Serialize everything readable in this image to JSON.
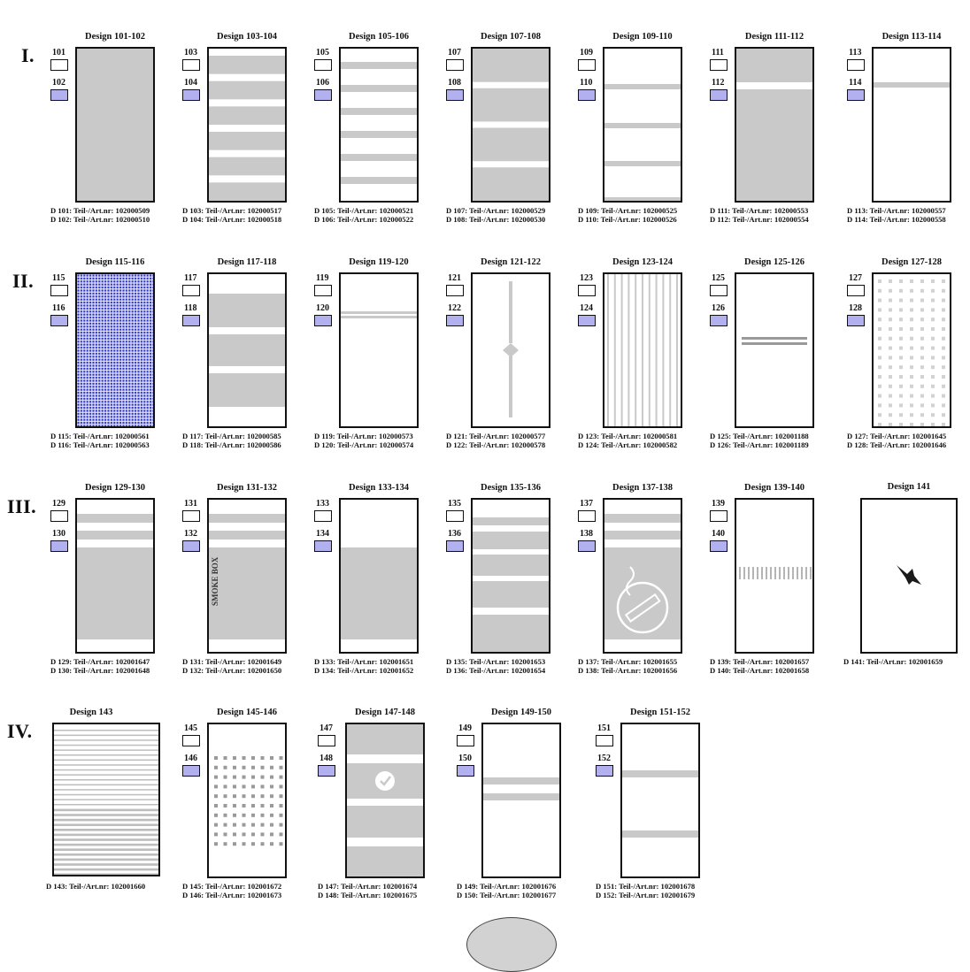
{
  "colors": {
    "frosted": "#c9c9c9",
    "swatch_blue": "#b2b0ef",
    "dot_blue": "#3038c8",
    "frame": "#111111"
  },
  "rows": [
    {
      "label": "I."
    },
    {
      "label": "II."
    },
    {
      "label": "III."
    },
    {
      "label": "IV."
    }
  ],
  "designs": [
    {
      "title": "Design 101-102",
      "codes": [
        "101",
        "102"
      ],
      "art": [
        "D 101: Teil-/Art.nr: 102000509",
        "D 102: Teil-/Art.nr: 102000510"
      ],
      "pattern": "full"
    },
    {
      "title": "Design 103-104",
      "codes": [
        "103",
        "104"
      ],
      "art": [
        "D 103: Teil-/Art.nr: 102000517",
        "D 104: Teil-/Art.nr: 102000518"
      ],
      "pattern": "stripes-6"
    },
    {
      "title": "Design 105-106",
      "codes": [
        "105",
        "106"
      ],
      "art": [
        "D 105: Teil-/Art.nr: 102000521",
        "D 106: Teil-/Art.nr: 102000522"
      ],
      "pattern": "thin-6"
    },
    {
      "title": "Design 107-108",
      "codes": [
        "107",
        "108"
      ],
      "art": [
        "D 107: Teil-/Art.nr: 102000529",
        "D 108: Teil-/Art.nr: 102000530"
      ],
      "pattern": "blocks-4"
    },
    {
      "title": "Design 109-110",
      "codes": [
        "109",
        "110"
      ],
      "art": [
        "D 109: Teil-/Art.nr: 102000525",
        "D 110: Teil-/Art.nr: 102000526"
      ],
      "pattern": "thin-4"
    },
    {
      "title": "Design 111-112",
      "codes": [
        "111",
        "112"
      ],
      "art": [
        "D 111: Teil-/Art.nr: 102000553",
        "D 112: Teil-/Art.nr: 102000554"
      ],
      "pattern": "top-gap"
    },
    {
      "title": "Design 113-114",
      "codes": [
        "113",
        "114"
      ],
      "art": [
        "D 113: Teil-/Art.nr: 102000557",
        "D 114: Teil-/Art.nr: 102000558"
      ],
      "pattern": "single-line"
    },
    {
      "title": "Design 115-116",
      "codes": [
        "115",
        "116"
      ],
      "art": [
        "D 115: Teil-/Art.nr: 102000561",
        "D 116: Teil-/Art.nr: 102000563"
      ],
      "pattern": "blue-dots"
    },
    {
      "title": "Design 117-118",
      "codes": [
        "117",
        "118"
      ],
      "art": [
        "D 117: Teil-/Art.nr: 102000585",
        "D 118: Teil-/Art.nr: 102000586"
      ],
      "pattern": "blocks-3"
    },
    {
      "title": "Design 119-120",
      "codes": [
        "119",
        "120"
      ],
      "art": [
        "D 119: Teil-/Art.nr: 102000573",
        "D 120: Teil-/Art.nr: 102000574"
      ],
      "pattern": "double-top"
    },
    {
      "title": "Design 121-122",
      "codes": [
        "121",
        "122"
      ],
      "art": [
        "D 121: Teil-/Art.nr: 102000577",
        "D 122: Teil-/Art.nr: 102000578"
      ],
      "pattern": "vertical-diamond"
    },
    {
      "title": "Design 123-124",
      "codes": [
        "123",
        "124"
      ],
      "art": [
        "D 123: Teil-/Art.nr: 102000581",
        "D 124: Teil-/Art.nr: 102000582"
      ],
      "pattern": "vertical-lines"
    },
    {
      "title": "Design 125-126",
      "codes": [
        "125",
        "126"
      ],
      "art": [
        "D 125: Teil-/Art.nr: 102001188",
        "D 126: Teil-/Art.nr: 102001189"
      ],
      "pattern": "double-mid"
    },
    {
      "title": "Design 127-128",
      "codes": [
        "127",
        "128"
      ],
      "art": [
        "D 127: Teil-/Art.nr: 102001645",
        "D 128: Teil-/Art.nr: 102001646"
      ],
      "pattern": "grey-dots"
    },
    {
      "title": "Design 129-130",
      "codes": [
        "129",
        "130"
      ],
      "art": [
        "D 129: Teil-/Art.nr: 102001647",
        "D 130: Teil-/Art.nr: 102001648"
      ],
      "pattern": "two-top-block"
    },
    {
      "title": "Design 131-132",
      "codes": [
        "131",
        "132"
      ],
      "art": [
        "D 131: Teil-/Art.nr: 102001649",
        "D 132: Teil-/Art.nr: 102001650"
      ],
      "pattern": "smoke-box",
      "door_text": "SMOKE BOX"
    },
    {
      "title": "Design 133-134",
      "codes": [
        "133",
        "134"
      ],
      "art": [
        "D 133: Teil-/Art.nr: 102001651",
        "D 134: Teil-/Art.nr: 102001652"
      ],
      "pattern": "lower-block"
    },
    {
      "title": "Design 135-136",
      "codes": [
        "135",
        "136"
      ],
      "art": [
        "D 135: Teil-/Art.nr: 102001653",
        "D 136: Teil-/Art.nr: 102001654"
      ],
      "pattern": "stripes-5"
    },
    {
      "title": "Design 137-138",
      "codes": [
        "137",
        "138"
      ],
      "art": [
        "D 137: Teil-/Art.nr: 102001655",
        "D 138: Teil-/Art.nr: 102001656"
      ],
      "pattern": "smoking"
    },
    {
      "title": "Design 139-140",
      "codes": [
        "139",
        "140"
      ],
      "art": [
        "D 139: Teil-/Art.nr: 102001657",
        "D 140: Teil-/Art.nr: 102001658"
      ],
      "pattern": "ticks"
    },
    {
      "title": "Design 141",
      "codes": [],
      "art": [
        "D 141: Teil-/Art.nr: 102001659"
      ],
      "pattern": "bird"
    },
    {
      "title": "Design 143",
      "codes": [],
      "art": [
        "D 143: Teil-/Art.nr: 102001660"
      ],
      "pattern": "hlines"
    },
    {
      "title": "Design 145-146",
      "codes": [
        "145",
        "146"
      ],
      "art": [
        "D 145: Teil-/Art.nr: 102001672",
        "D 146: Teil-/Art.nr: 102001673"
      ],
      "pattern": "grid-dots"
    },
    {
      "title": "Design 147-148",
      "codes": [
        "147",
        "148"
      ],
      "art": [
        "D 147: Teil-/Art.nr: 102001674",
        "D 148: Teil-/Art.nr: 102001675"
      ],
      "pattern": "logo-blocks"
    },
    {
      "title": "Design 149-150",
      "codes": [
        "149",
        "150"
      ],
      "art": [
        "D 149: Teil-/Art.nr: 102001676",
        "D 150: Teil-/Art.nr: 102001677"
      ],
      "pattern": "two-upper"
    },
    {
      "title": "Design 151-152",
      "codes": [
        "151",
        "152"
      ],
      "art": [
        "D 151: Teil-/Art.nr: 102001678",
        "D 152: Teil-/Art.nr: 102001679"
      ],
      "pattern": "two-spread"
    }
  ]
}
